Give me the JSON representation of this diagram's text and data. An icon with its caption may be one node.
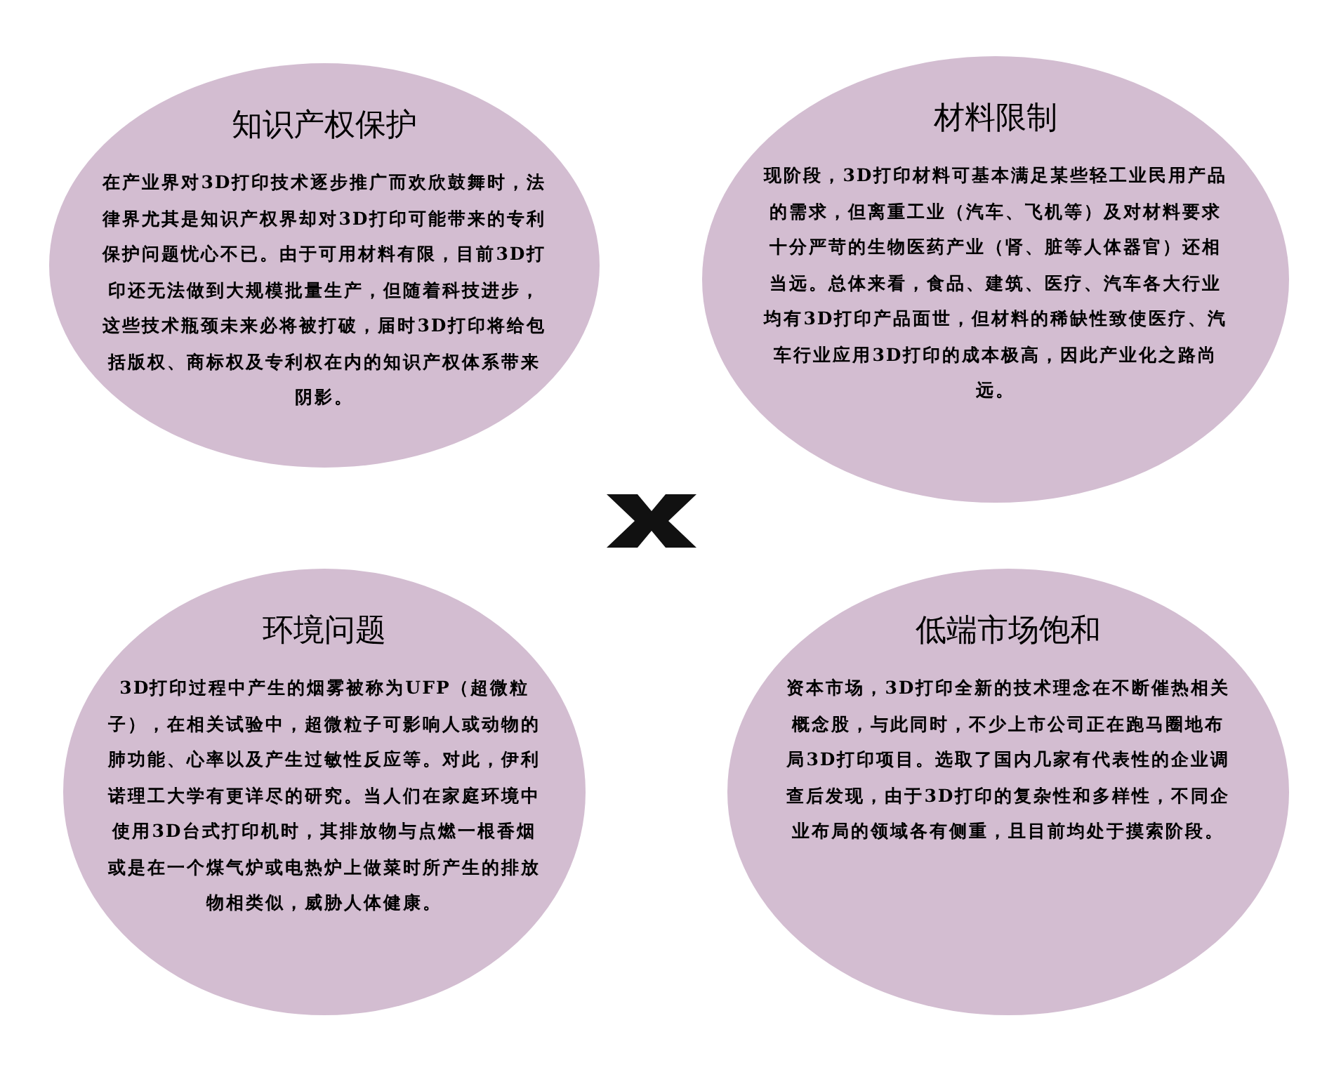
{
  "diagram": {
    "nodes": [
      {
        "text": [
          "知识产权保护",
          "在产业界对3D打印技术逐步推广而欢欣鼓舞时，法律界尤其是知识产权界却对3D打印可能带来的专利保护问题忧心不已。由于可用材料有限，目前3D打印还无法做到大规模批量生产，但随着科技进步，这些技术瓶颈未来必将被打破，届时3D打印将给包括版权、商标权及专利权在内的知识产权体系带来阴影。"
        ]
      },
      {
        "text": [
          "材料限制",
          "现阶段，3D打印材料可基本满足某些轻工业民用产品的需求，但离重工业（汽车、飞机等）及对材料要求十分严苛的生物医药产业（肾、脏等人体器官）还相当远。总体来看，食品、建筑、医疗、汽车各大行业均有3D打印产品面世，但材料的稀缺性致使医疗、汽车行业应用3D打印的成本极高，因此产业化之路尚远。"
        ]
      },
      {
        "text": [
          "环境问题",
          "3D打印过程中产生的烟雾被称为UFP（超微粒子），在相关试验中，超微粒子可影响人或动物的肺功能、心率以及产生过敏性反应等。对此，伊利诺理工大学有更详尽的研究。当人们在家庭环境中使用3D台式打印机时，其排放物与点燃一根香烟或是在一个煤气炉或电热炉上做菜时所产生的排放物相类似，威胁人体健康。"
        ]
      },
      {
        "text": [
          "低端市场饱和",
          "资本市场，3D打印全新的技术理念在不断催热相关概念股，与此同时，不少上市公司正在跑马圈地布局3D打印项目。选取了国内几家有代表性的企业调查后发现，由于3D打印的复杂性和多样性，不同企业布局的领域各有侧重，且目前均处于摸索阶段。"
        ]
      }
    ]
  }
}
